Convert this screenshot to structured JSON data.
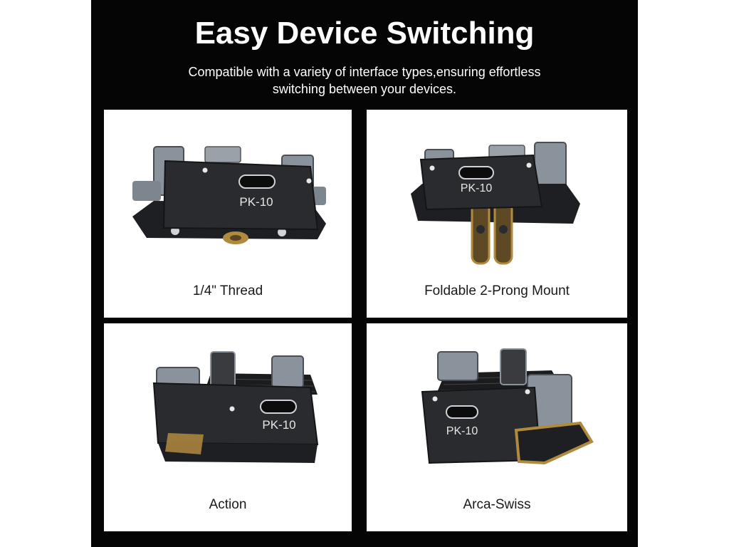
{
  "header": {
    "title": "Easy Device Switching",
    "subtitle": "Compatible with a variety of interface types,ensuring effortless switching between your devices."
  },
  "cards": [
    {
      "label": "1/4\" Thread",
      "engraving": "PK-10"
    },
    {
      "label": "Foldable 2-Prong Mount",
      "engraving": "PK-10"
    },
    {
      "label": "Action",
      "engraving": "PK-10"
    },
    {
      "label": "Arca-Swiss",
      "engraving": "PK-10"
    }
  ],
  "colors": {
    "background": "#050505",
    "card": "#ffffff",
    "metal_body": "#2a2b2e",
    "steel": "#8a939c",
    "brass": "#b08a3e"
  }
}
